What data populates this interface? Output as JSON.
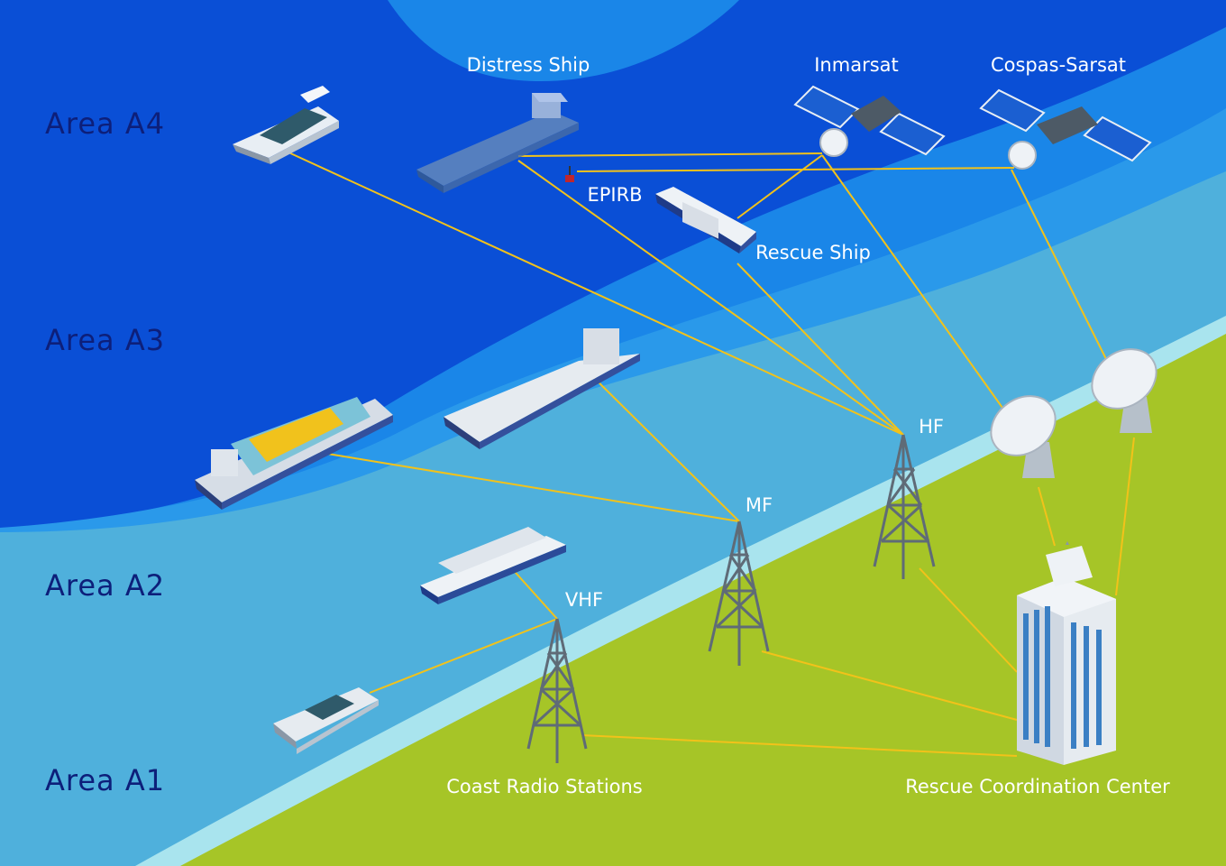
{
  "areas": {
    "a4": "Area A4",
    "a3": "Area A3",
    "a2": "Area A2",
    "a1": "Area A1"
  },
  "labels": {
    "distress_ship": "Distress Ship",
    "inmarsat": "Inmarsat",
    "cospas_sarsat": "Cospas-Sarsat",
    "epirb": "EPIRB",
    "rescue_ship": "Rescue Ship",
    "hf": "HF",
    "mf": "MF",
    "vhf": "VHF",
    "coast_radio_stations": "Coast Radio Stations",
    "rescue_coordination_center": "Rescue Coordination Center"
  },
  "colors": {
    "deep_sea": "#0a4fd6",
    "mid_sea": "#1e8fe8",
    "shallow_sea": "#4fb0dc",
    "surf": "#a9e4ee",
    "land": "#a6c527",
    "link_line": "#f2c21a",
    "area_text": "#0d1f7a",
    "label_text": "#ffffff"
  }
}
